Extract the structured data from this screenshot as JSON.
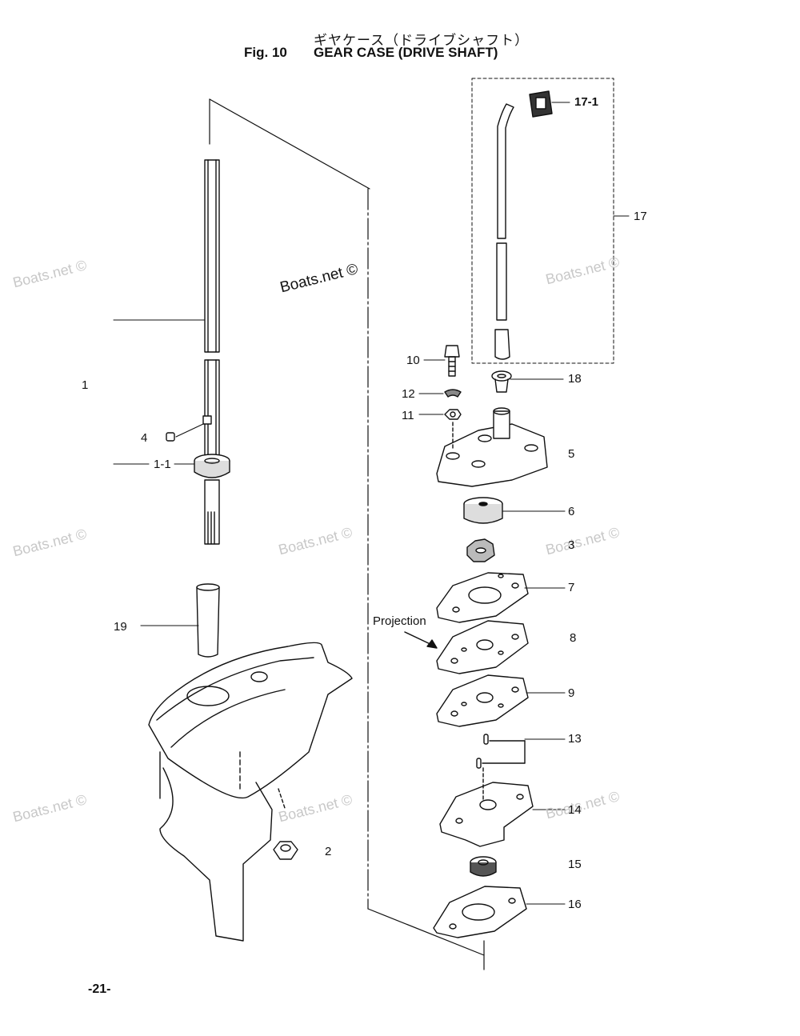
{
  "header": {
    "title_jp": "ギヤケース（ドライブシャフト）",
    "fig_label": "Fig. 10",
    "title_en": "GEAR CASE (DRIVE SHAFT)"
  },
  "page_number": "-21-",
  "projection_label": "Projection",
  "watermark_text": "Boats.net ©",
  "callouts": [
    {
      "id": "p17-1",
      "label": "17-1"
    },
    {
      "id": "p17",
      "label": "17"
    },
    {
      "id": "p1",
      "label": "1"
    },
    {
      "id": "p10",
      "label": "10"
    },
    {
      "id": "p18",
      "label": "18"
    },
    {
      "id": "p12",
      "label": "12"
    },
    {
      "id": "p11",
      "label": "11"
    },
    {
      "id": "p4",
      "label": "4"
    },
    {
      "id": "p1-1",
      "label": "1-1"
    },
    {
      "id": "p5",
      "label": "5"
    },
    {
      "id": "p6",
      "label": "6"
    },
    {
      "id": "p3",
      "label": "3"
    },
    {
      "id": "p7",
      "label": "7"
    },
    {
      "id": "p19",
      "label": "19"
    },
    {
      "id": "p8",
      "label": "8"
    },
    {
      "id": "p9",
      "label": "9"
    },
    {
      "id": "p13",
      "label": "13"
    },
    {
      "id": "p14",
      "label": "14"
    },
    {
      "id": "p2",
      "label": "2"
    },
    {
      "id": "p15",
      "label": "15"
    },
    {
      "id": "p16",
      "label": "16"
    }
  ]
}
